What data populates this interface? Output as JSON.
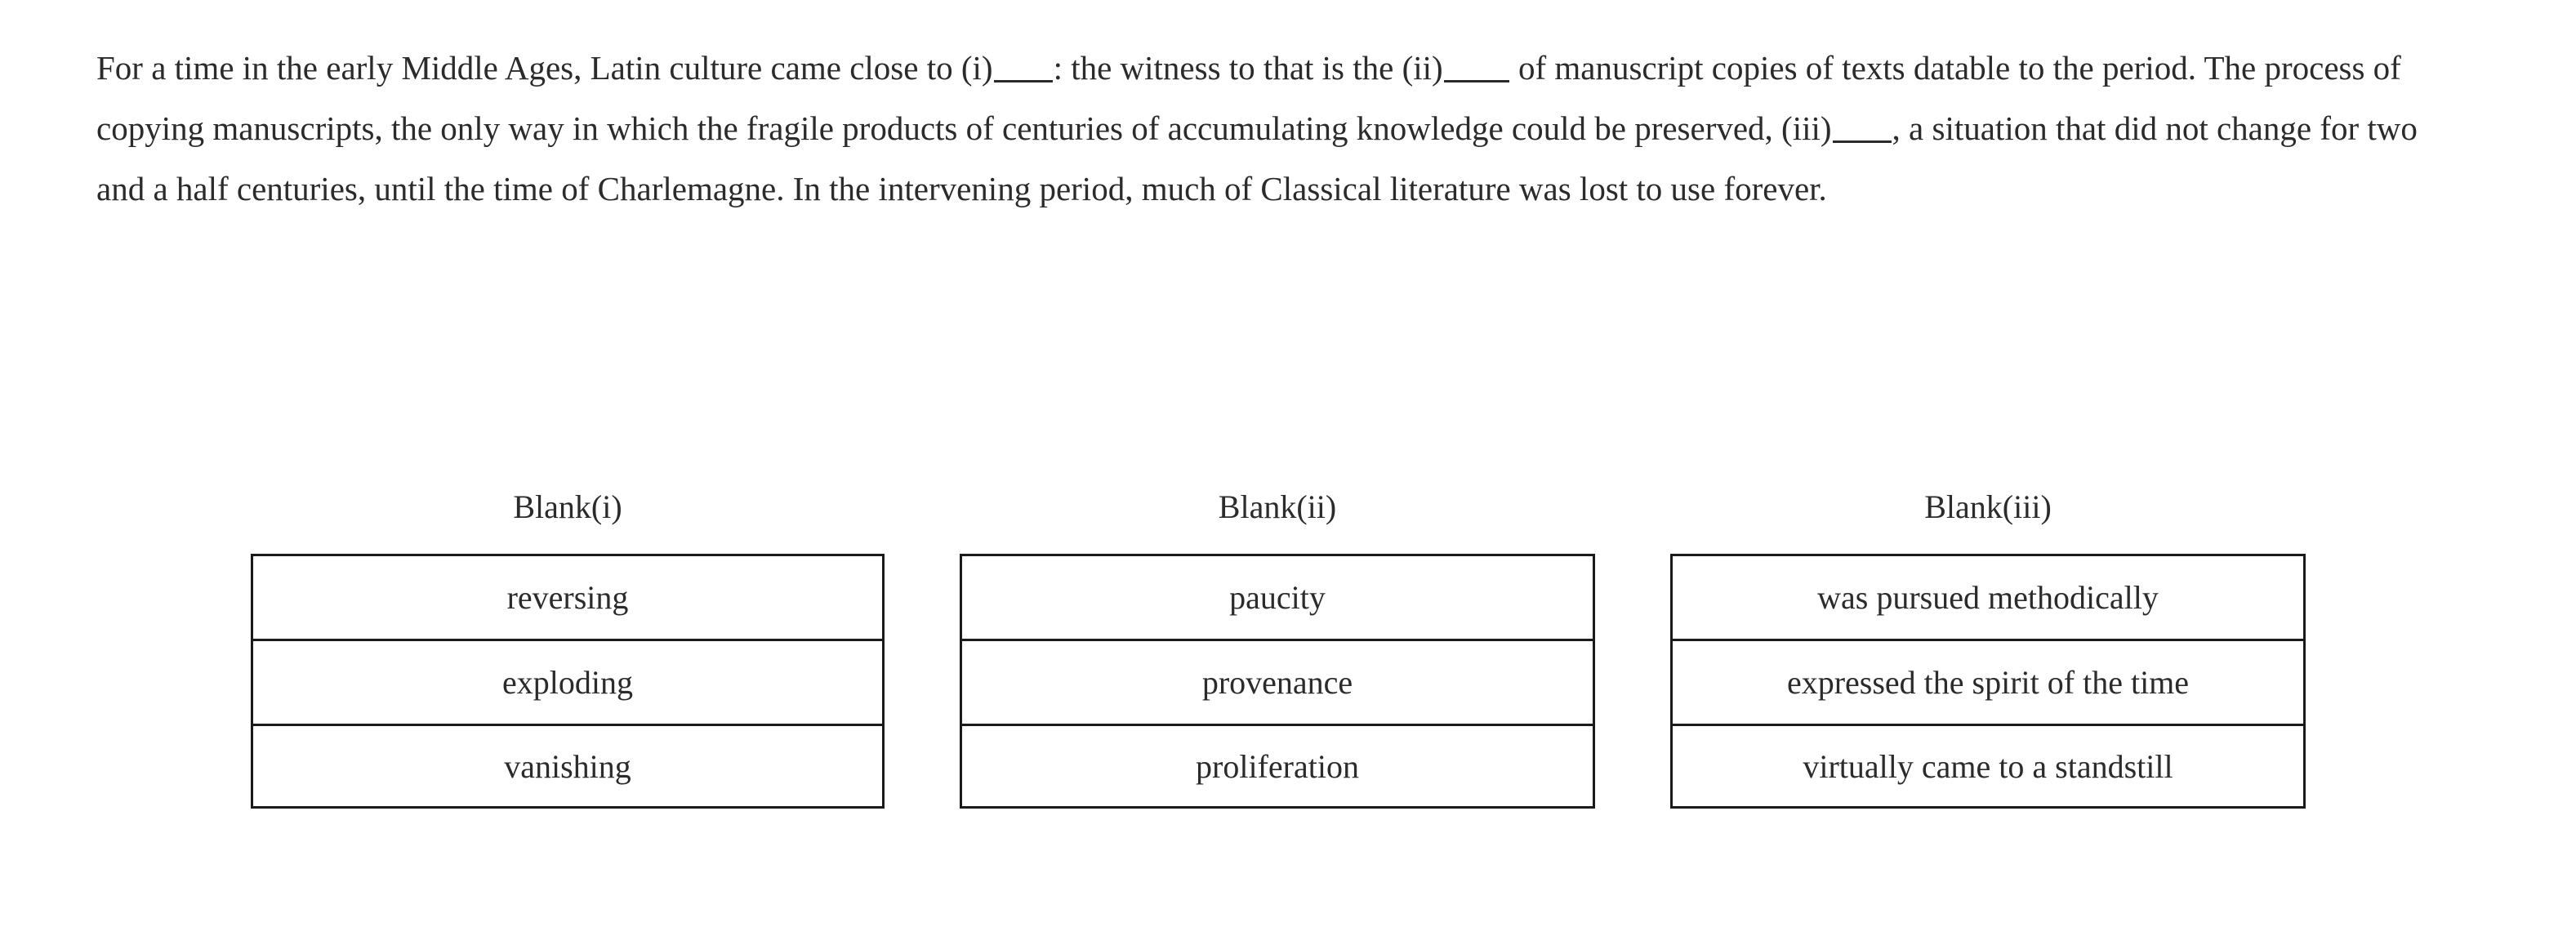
{
  "passage": {
    "segment_1": "For a time in the early Middle Ages, Latin culture came close to (i)",
    "segment_2": ": the witness to that is the (ii)",
    "segment_3": " of manuscript copies of texts datable to the period. The process of copying manuscripts, the only way in which the fragile products of centuries of accumulating knowledge could be preserved, (iii)",
    "segment_4": ", a situation that did not change for two and a half centuries, until the time of Charlemagne. In the intervening period, much of Classical literature was lost to use forever."
  },
  "answer_columns": [
    {
      "header": "Blank(i)",
      "options": [
        "reversing",
        "exploding",
        "vanishing"
      ]
    },
    {
      "header": "Blank(ii)",
      "options": [
        "paucity",
        "provenance",
        "proliferation"
      ]
    },
    {
      "header": "Blank(iii)",
      "options": [
        "was pursued methodically",
        "expressed the spirit of the time",
        "virtually came to a standstill"
      ]
    }
  ],
  "colors": {
    "text": "#2b2b2b",
    "border": "#1a1a1a",
    "background": "#ffffff"
  }
}
